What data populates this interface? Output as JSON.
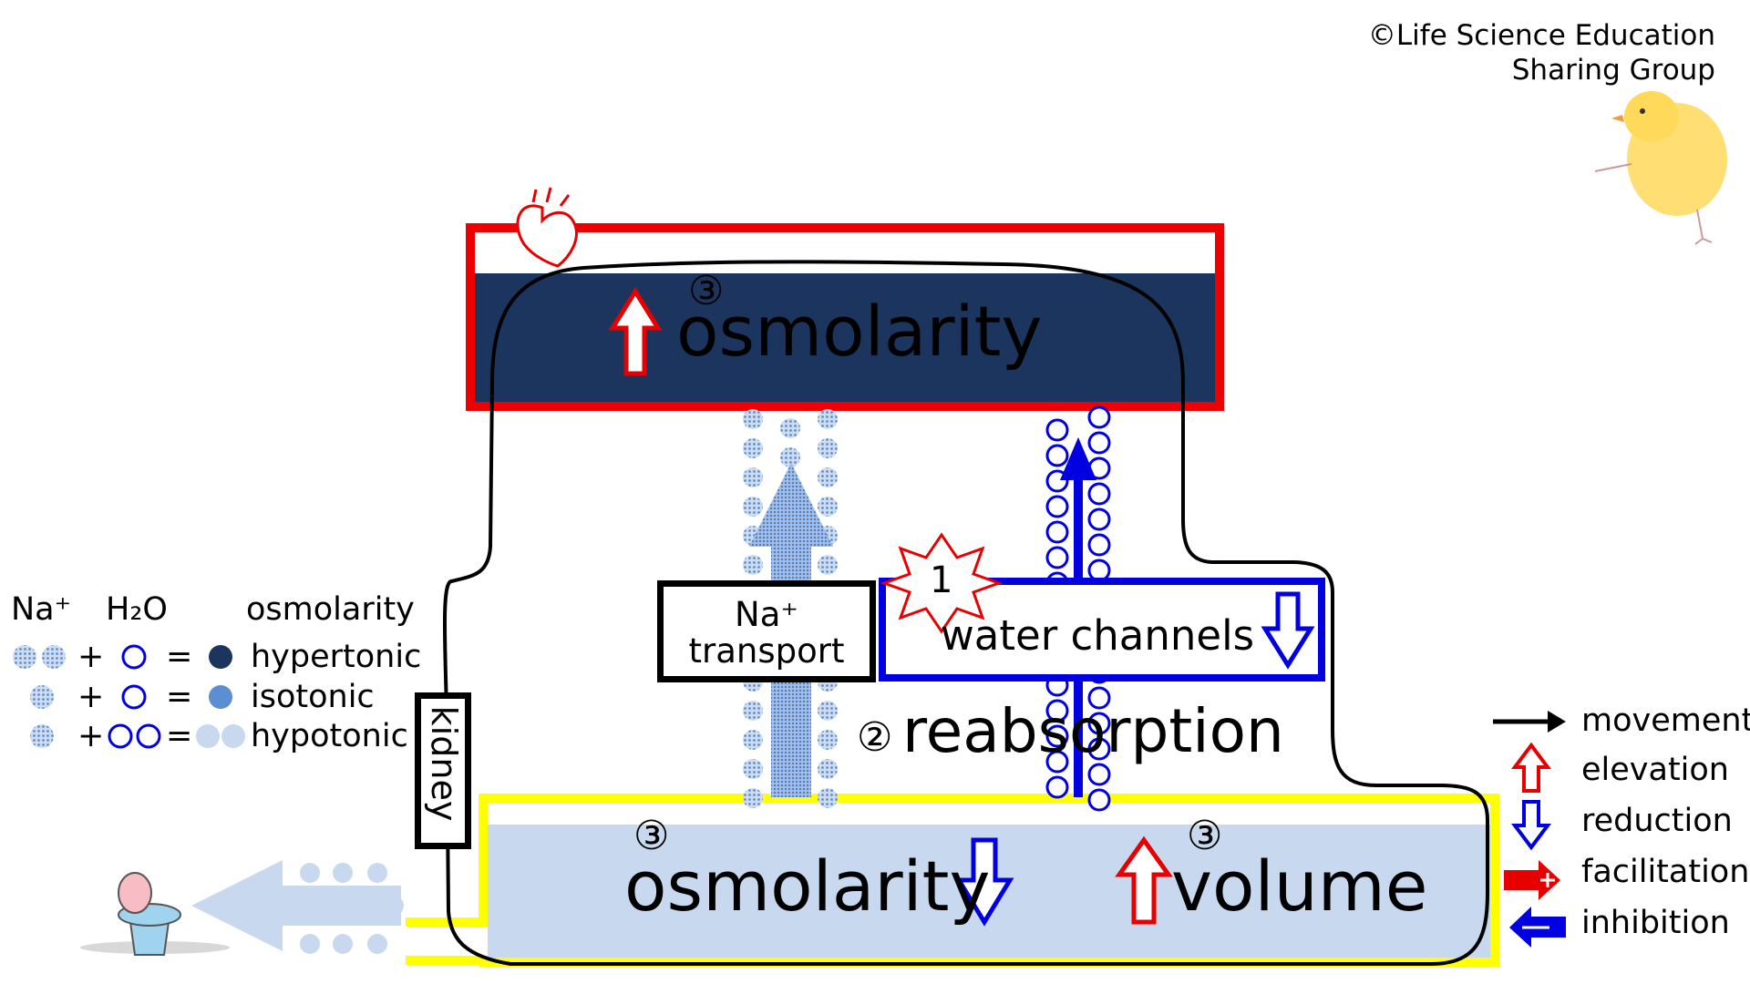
{
  "credit": {
    "line1": "©Life Science Education",
    "line2": "Sharing Group"
  },
  "blood": {
    "step": "③",
    "label": "osmolarity"
  },
  "kidney_label": "kidney",
  "na_box": {
    "line1": "Na⁺",
    "line2": "transport"
  },
  "water_box": {
    "label": "water channels"
  },
  "burst": {
    "label": "1"
  },
  "reabsorption": {
    "step": "②",
    "label": "reabsorption"
  },
  "urine": {
    "osm_step": "③",
    "osm_label": "osmolarity",
    "vol_step": "③",
    "vol_label": "volume"
  },
  "legend_left": {
    "headers": [
      "Na⁺",
      "H₂O",
      "osmolarity"
    ],
    "rows": [
      {
        "plus": "+",
        "eq": "=",
        "label": "hypertonic"
      },
      {
        "plus": "+",
        "eq": "=",
        "label": "isotonic"
      },
      {
        "plus": "+",
        "eq": "=",
        "label": "hypotonic"
      }
    ]
  },
  "legend_right": {
    "items": [
      "movement",
      "elevation",
      "reduction",
      "facilitation",
      "inhibition"
    ]
  },
  "colors": {
    "hypertonic": "#1c355e",
    "isotonic": "#5b8fd1",
    "hypotonic": "#c8d8ee",
    "elevation": "#e60000",
    "reduction": "#0000e0",
    "highlight": "#ffff00"
  }
}
